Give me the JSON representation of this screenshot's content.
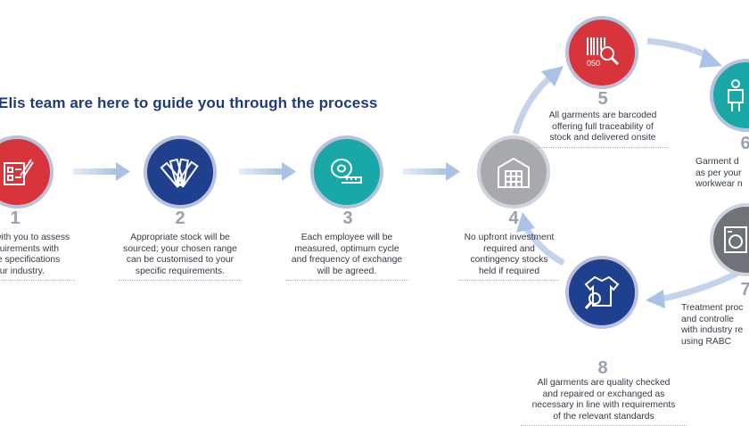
{
  "header": {
    "title": "Elis team are here to guide you through the process"
  },
  "colors": {
    "red": "#d8343b",
    "navy": "#1f3f8f",
    "teal": "#1aa7a7",
    "grey": "#a7a9ad",
    "arrow": "#bfd0ea",
    "number": "#9aa1ad"
  },
  "steps": [
    {
      "number": "1",
      "icon": "clipboard-pencil-icon",
      "lines": [
        "with you to assess",
        "quirements with",
        "te specifications",
        "our industry."
      ]
    },
    {
      "number": "2",
      "icon": "fabric-swatches-icon",
      "lines": [
        "Appropriate stock will be",
        "sourced; your chosen range",
        "can be customised to your",
        "specific requirements."
      ]
    },
    {
      "number": "3",
      "icon": "measuring-tape-icon",
      "lines": [
        "Each employee will be",
        "measured, optimum cycle",
        "and frequency of exchange",
        "will be agreed."
      ]
    },
    {
      "number": "4",
      "icon": "warehouse-icon",
      "lines": [
        "No upfront investment",
        "required and",
        "contingency stocks",
        "held if required"
      ]
    },
    {
      "number": "5",
      "icon": "barcode-search-icon",
      "barcode_text": "050",
      "lines": [
        "All garments are barcoded",
        "offering full traceability of",
        "stock and delivered onsite"
      ]
    },
    {
      "number": "6",
      "icon": "worker-icon",
      "lines": [
        "Garment d",
        "as per your",
        "workwear n"
      ]
    },
    {
      "number": "7",
      "icon": "washing-machine-icon",
      "lines": [
        "Treatment proc",
        "and controlle",
        "with industry re",
        "using RABC"
      ]
    },
    {
      "number": "8",
      "icon": "shirt-inspection-icon",
      "lines": [
        "All garments are quality checked",
        "and repaired or exchanged as",
        "necessary in line with requirements",
        "of the relevant standards"
      ]
    }
  ]
}
